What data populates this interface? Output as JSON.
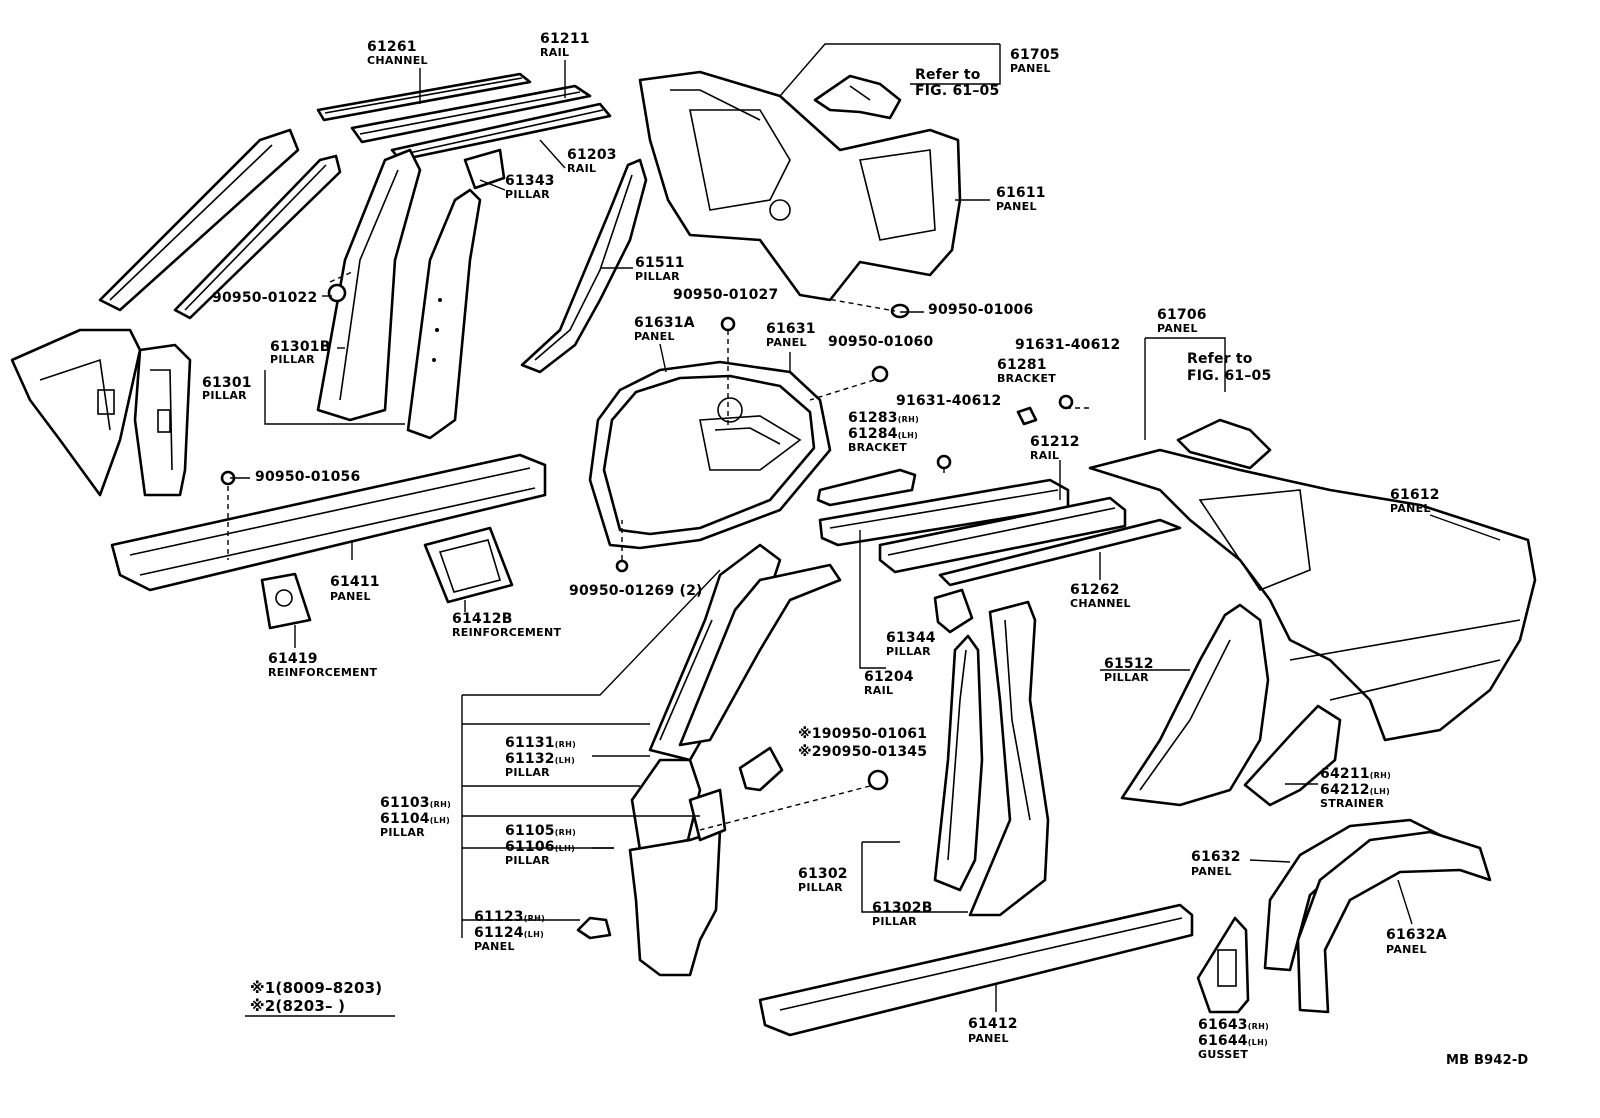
{
  "diagram_code": "MB B942-D",
  "footnotes": [
    {
      "mark": "※1",
      "range": "(8009–8203)"
    },
    {
      "mark": "※2",
      "range": "(8203–        )"
    }
  ],
  "labels": {
    "p61261": {
      "num": "61261",
      "name": "CHANNEL"
    },
    "p61211": {
      "num": "61211",
      "name": "RAIL"
    },
    "p61705": {
      "num": "61705",
      "name": "PANEL",
      "ref": "Refer to",
      "fig": "FIG. 61–05"
    },
    "p61203": {
      "num": "61203",
      "name": "RAIL"
    },
    "p61343": {
      "num": "61343",
      "name": "PILLAR"
    },
    "p61611": {
      "num": "61611",
      "name": "PANEL"
    },
    "p61511": {
      "num": "61511",
      "name": "PILLAR"
    },
    "b9095001022": {
      "num": "90950-01022"
    },
    "b9095001027": {
      "num": "90950-01027"
    },
    "b9095001006": {
      "num": "90950-01006"
    },
    "p61631A": {
      "num": "61631A",
      "name": "PANEL"
    },
    "p61631": {
      "num": "61631",
      "name": "PANEL"
    },
    "b9095001060": {
      "num": "90950-01060"
    },
    "p61301B": {
      "num": "61301B",
      "name": "PILLAR"
    },
    "p61301": {
      "num": "61301",
      "name": "PILLAR"
    },
    "p61706": {
      "num": "61706",
      "name": "PANEL",
      "ref": "Refer to",
      "fig": "FIG. 61–05"
    },
    "b9163140612a": {
      "num": "91631-40612"
    },
    "p61281": {
      "num": "61281",
      "name": "BRACKET"
    },
    "b9163140612b": {
      "num": "91631-40612"
    },
    "p61283": {
      "num": "61283",
      "suffix": "(RH)"
    },
    "p61284": {
      "num": "61284",
      "suffix": "(LH)",
      "name": "BRACKET"
    },
    "p61212": {
      "num": "61212",
      "name": "RAIL"
    },
    "b9095001056": {
      "num": "90950-01056"
    },
    "p61612": {
      "num": "61612",
      "name": "PANEL"
    },
    "p61411": {
      "num": "61411",
      "name": "PANEL"
    },
    "p61412B": {
      "num": "61412B",
      "name": "REINFORCEMENT"
    },
    "b9095001269": {
      "num": "90950-01269 (2)"
    },
    "p61262": {
      "num": "61262",
      "name": "CHANNEL"
    },
    "p61419": {
      "num": "61419",
      "name": "REINFORCEMENT"
    },
    "p61344": {
      "num": "61344",
      "name": "PILLAR"
    },
    "p61204": {
      "num": "61204",
      "name": "RAIL"
    },
    "p61512": {
      "num": "61512",
      "name": "PILLAR"
    },
    "b9095001061": {
      "mark": "※1",
      "num": "90950-01061"
    },
    "b9095001345": {
      "mark": "※2",
      "num": "90950-01345"
    },
    "p61131": {
      "num": "61131",
      "suffix": "(RH)"
    },
    "p61132": {
      "num": "61132",
      "suffix": "(LH)",
      "name": "PILLAR"
    },
    "p61103": {
      "num": "61103",
      "suffix": "(RH)"
    },
    "p61104": {
      "num": "61104",
      "suffix": "(LH)",
      "name": "PILLAR"
    },
    "p61105": {
      "num": "61105",
      "suffix": "(RH)"
    },
    "p61106": {
      "num": "61106",
      "suffix": "(LH)",
      "name": "PILLAR"
    },
    "p64211": {
      "num": "64211",
      "suffix": "(RH)"
    },
    "p64212": {
      "num": "64212",
      "suffix": "(LH)",
      "name": "STRAINER"
    },
    "p61632": {
      "num": "61632",
      "name": "PANEL"
    },
    "p61302": {
      "num": "61302",
      "name": "PILLAR"
    },
    "p61302B": {
      "num": "61302B",
      "name": "PILLAR"
    },
    "p61632A": {
      "num": "61632A",
      "name": "PANEL"
    },
    "p61123": {
      "num": "61123",
      "suffix": "(RH)"
    },
    "p61124": {
      "num": "61124",
      "suffix": "(LH)",
      "name": "PANEL"
    },
    "p61412": {
      "num": "61412",
      "name": "PANEL"
    },
    "p61643": {
      "num": "61643",
      "suffix": "(RH)"
    },
    "p61644": {
      "num": "61644",
      "suffix": "(LH)",
      "name": "GUSSET"
    }
  }
}
